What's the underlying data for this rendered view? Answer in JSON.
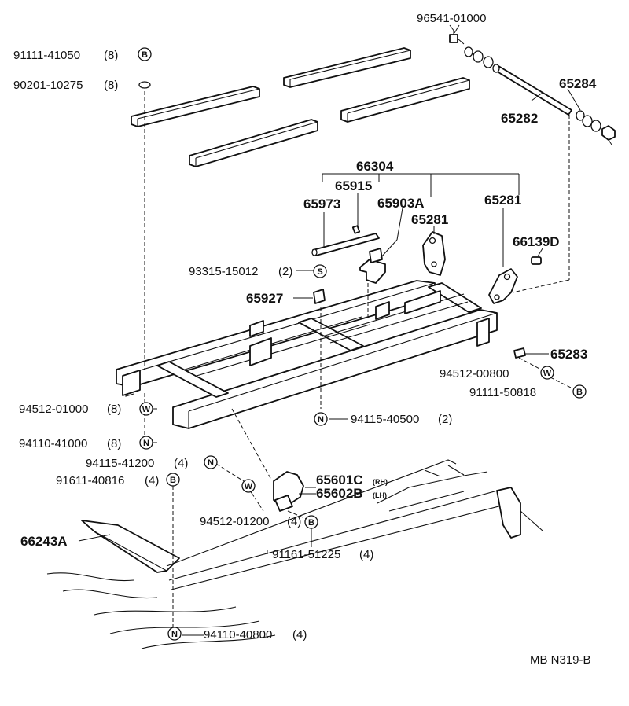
{
  "diagram_id": "MB N319-B",
  "legend_letters": {
    "bolt": "B",
    "washer": "W",
    "nut": "N",
    "screw": "S"
  },
  "parts": {
    "p96541": "96541-01000",
    "p91111_41050": "91111-41050",
    "p91111_41050_qty": "(8)",
    "p90201": "90201-10275",
    "p90201_qty": "(8)",
    "p65284": "65284",
    "p65282": "65282",
    "p66304": "66304",
    "p65915": "65915",
    "p65973": "65973",
    "p65903A": "65903A",
    "p65281_a": "65281",
    "p65281_b": "65281",
    "p66139D": "66139D",
    "p93315": "93315-15012",
    "p93315_qty": "(2)",
    "p65927": "65927",
    "p65283": "65283",
    "p94512_00800": "94512-00800",
    "p91111_50818": "91111-50818",
    "p94512_01000": "94512-01000",
    "p94512_01000_qty": "(8)",
    "p94115_40500": "94115-40500",
    "p94115_40500_qty": "(2)",
    "p94110_41000": "94110-41000",
    "p94110_41000_qty": "(8)",
    "p94115_41200": "94115-41200",
    "p94115_41200_qty": "(4)",
    "p91611": "91611-40816",
    "p91611_qty": "(4)",
    "p65601C": "65601C",
    "p65601C_side": "(RH)",
    "p65602B": "65602B",
    "p65602B_side": "(LH)",
    "p94512_01200": "94512-01200",
    "p94512_01200_qty": "(4)",
    "p66243A": "66243A",
    "p91161": "91161-51225",
    "p91161_qty": "(4)",
    "p94110_40800": "94110-40800",
    "p94110_40800_qty": "(4)"
  }
}
